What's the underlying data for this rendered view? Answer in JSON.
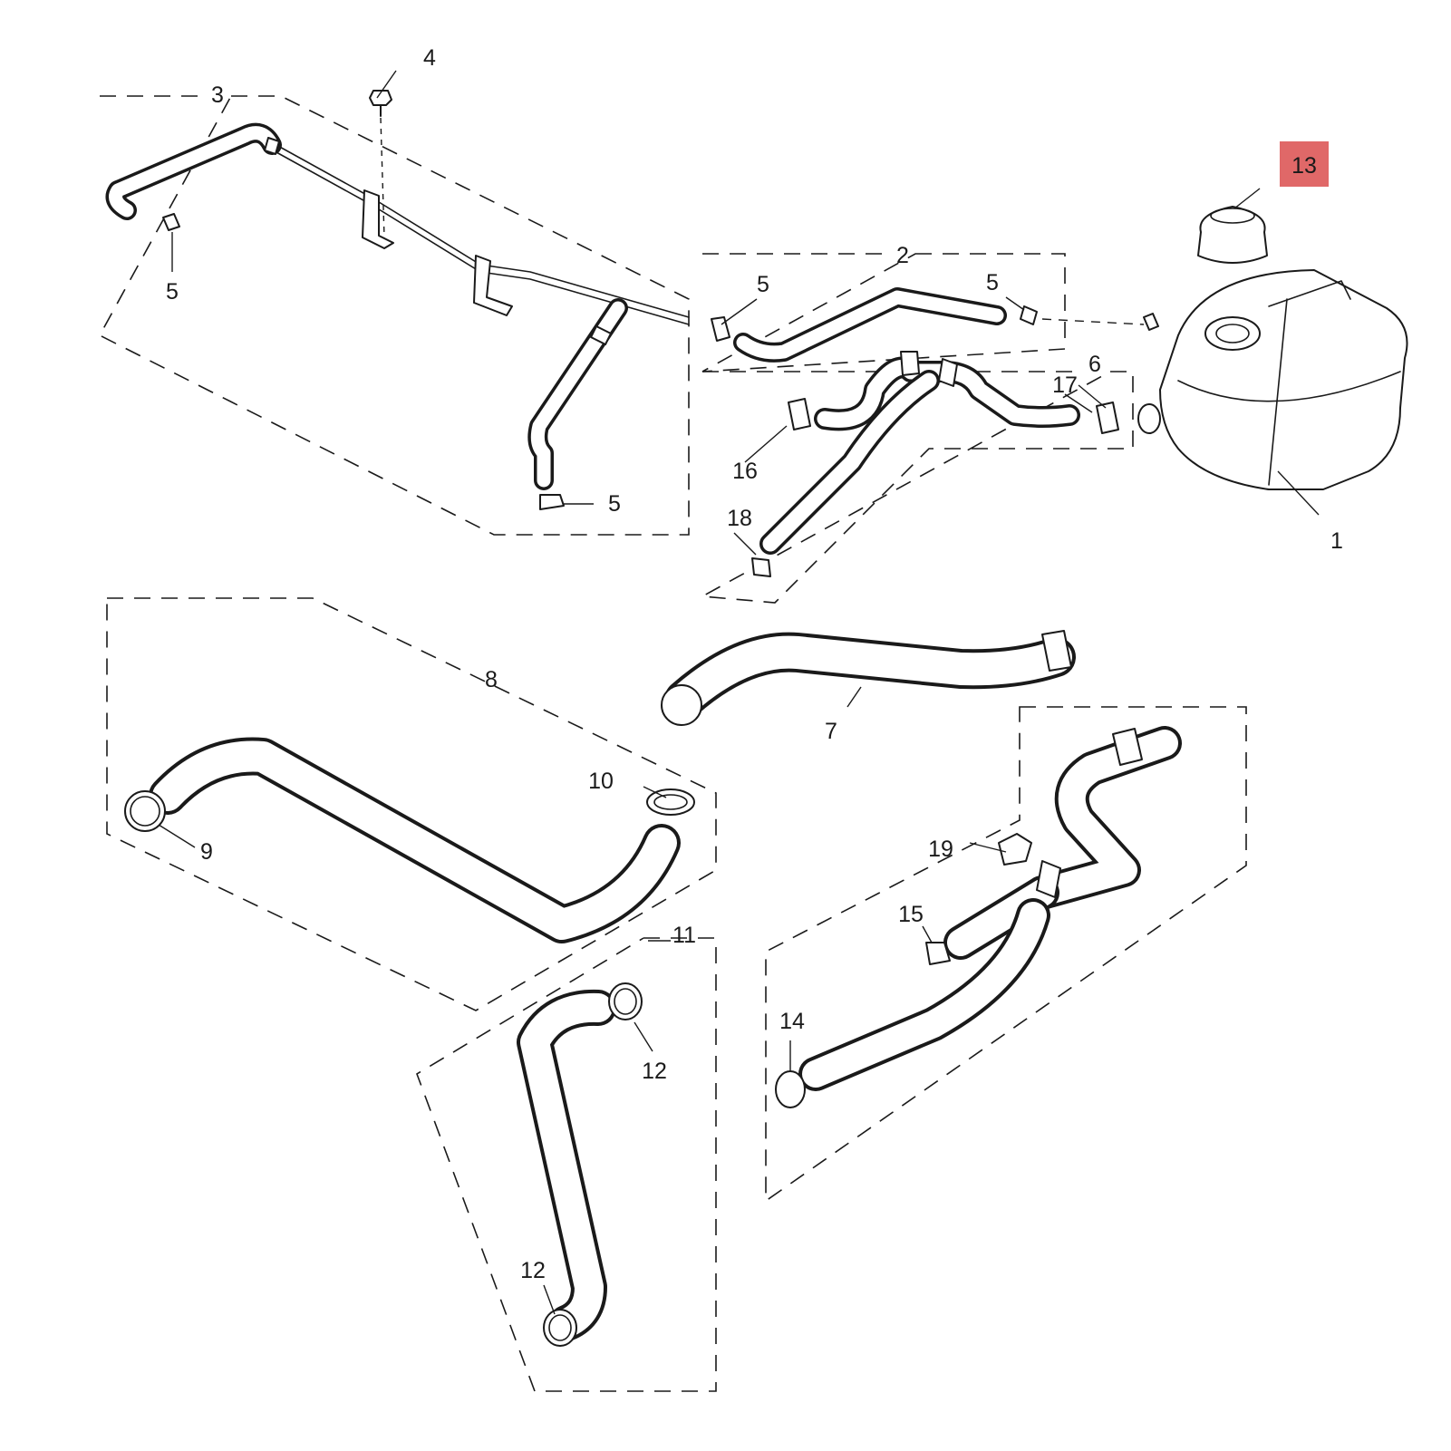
{
  "highlight_color": "#e06868",
  "callouts": {
    "c1": "1",
    "c2": "2",
    "c3": "3",
    "c4": "4",
    "c5a": "5",
    "c5b": "5",
    "c5c": "5",
    "c5d": "5",
    "c6": "6",
    "c7": "7",
    "c8": "8",
    "c9": "9",
    "c10": "10",
    "c11": "11",
    "c12a": "12",
    "c12b": "12",
    "c13": "13",
    "c14": "14",
    "c15": "15",
    "c16": "16",
    "c17": "17",
    "c18": "18",
    "c19": "19"
  }
}
